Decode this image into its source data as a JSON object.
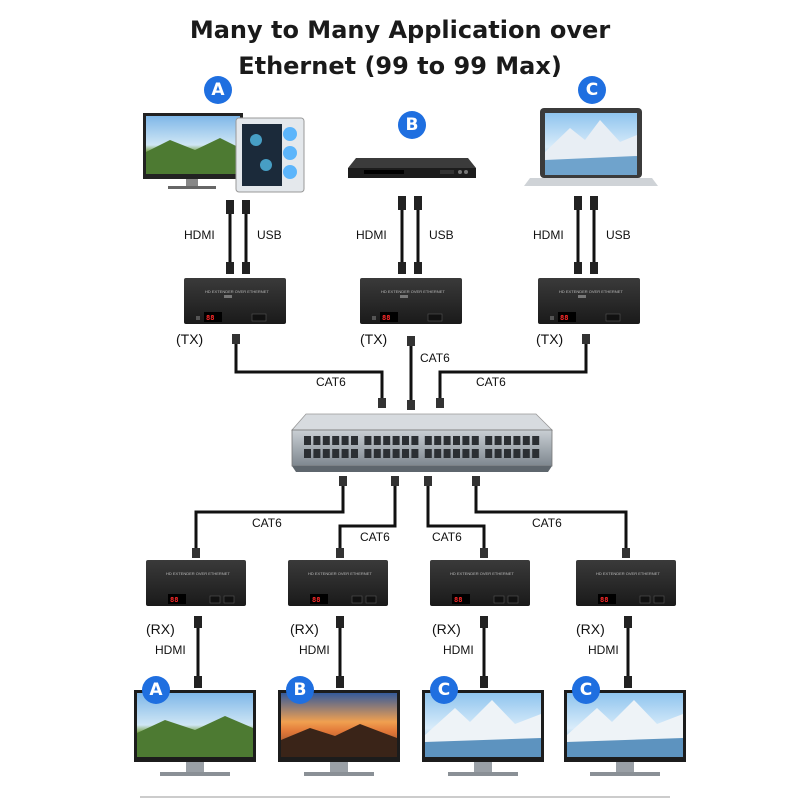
{
  "title_line1": "Many to Many Application over",
  "title_line2": "Ethernet (99 to 99 Max)",
  "sources": [
    {
      "badge": "A",
      "hdmi": "HDMI",
      "usb": "USB",
      "role": "(TX)"
    },
    {
      "badge": "B",
      "hdmi": "HDMI",
      "usb": "USB",
      "role": "(TX)"
    },
    {
      "badge": "C",
      "hdmi": "HDMI",
      "usb": "USB",
      "role": "(TX)"
    }
  ],
  "receivers": [
    {
      "badge": "A",
      "hdmi": "HDMI",
      "role": "(RX)"
    },
    {
      "badge": "B",
      "hdmi": "HDMI",
      "role": "(RX)"
    },
    {
      "badge": "C",
      "hdmi": "HDMI",
      "role": "(RX)"
    },
    {
      "badge": "C",
      "hdmi": "HDMI",
      "role": "(RX)"
    }
  ],
  "cable_labels": {
    "tx_left": "CAT6",
    "tx_center": "CAT6",
    "tx_right": "CAT6",
    "rx_1": "CAT6",
    "rx_2": "CAT6",
    "rx_3": "CAT6",
    "rx_4": "CAT6"
  },
  "device_label": "HD EXTENDER OVER ETHERNET",
  "led_display": "88",
  "colors": {
    "badge": "#1f6fe0",
    "device": "#2a2a2a",
    "switch": "#9aa3ab",
    "cable": "#111111"
  }
}
